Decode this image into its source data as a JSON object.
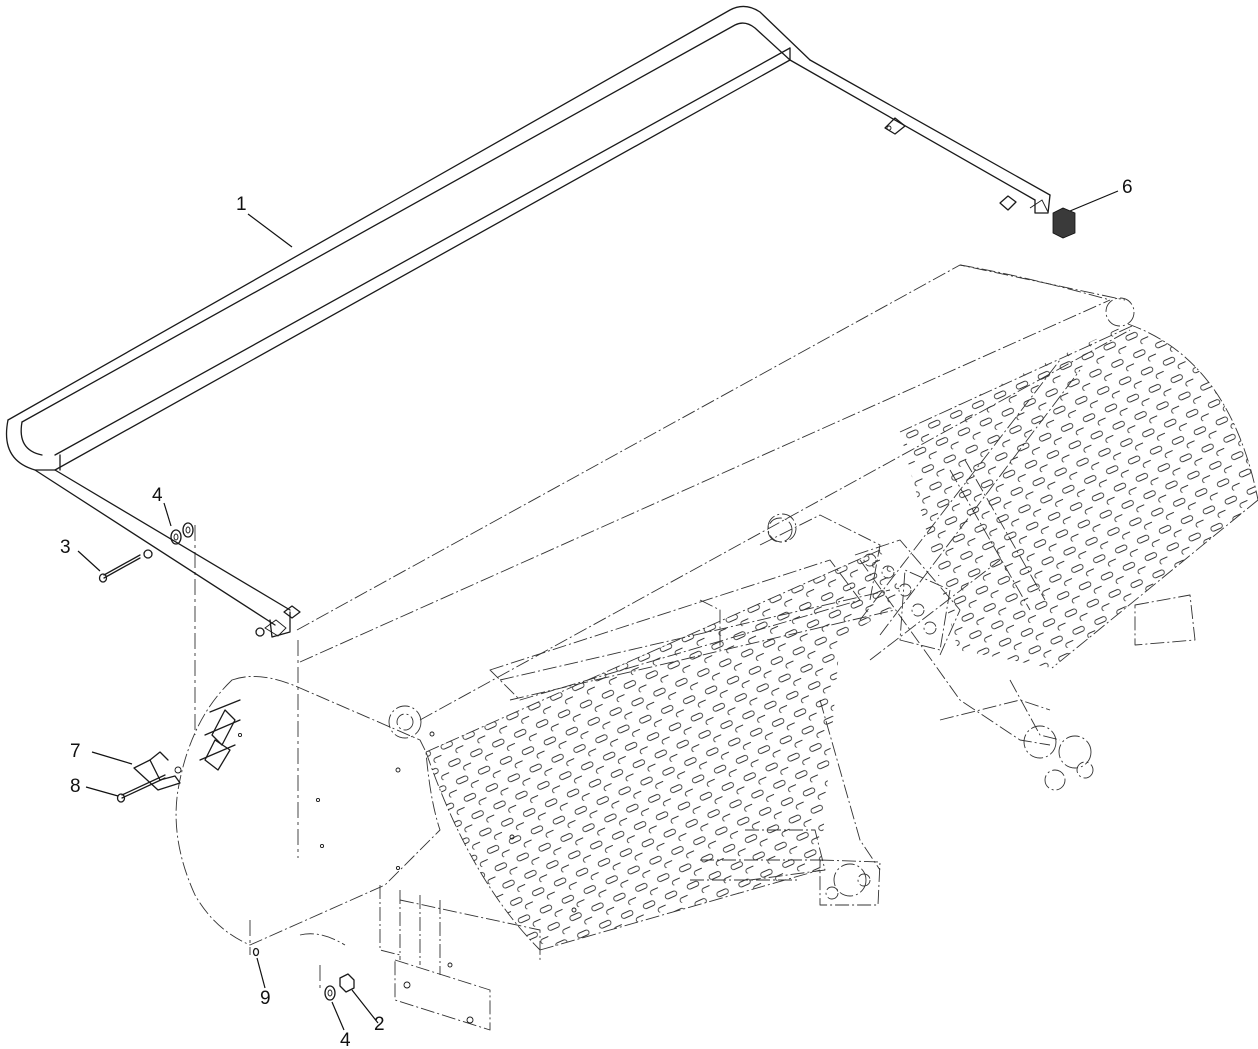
{
  "callouts": {
    "item_1": "1",
    "item_2": "2",
    "item_3": "3",
    "item_4_top": "4",
    "item_4_bottom": "4",
    "item_6": "6",
    "item_7": "7",
    "item_8": "8",
    "item_9": "9"
  },
  "parts": {
    "item_1": "rail-frame",
    "item_2": "nut",
    "item_3": "bolt",
    "item_4": "washer",
    "item_6": "end-cap",
    "item_7": "hook-bracket",
    "item_8": "bolt",
    "item_9": "clip"
  },
  "colors": {
    "line": "#1a1a1a",
    "background": "#ffffff"
  }
}
